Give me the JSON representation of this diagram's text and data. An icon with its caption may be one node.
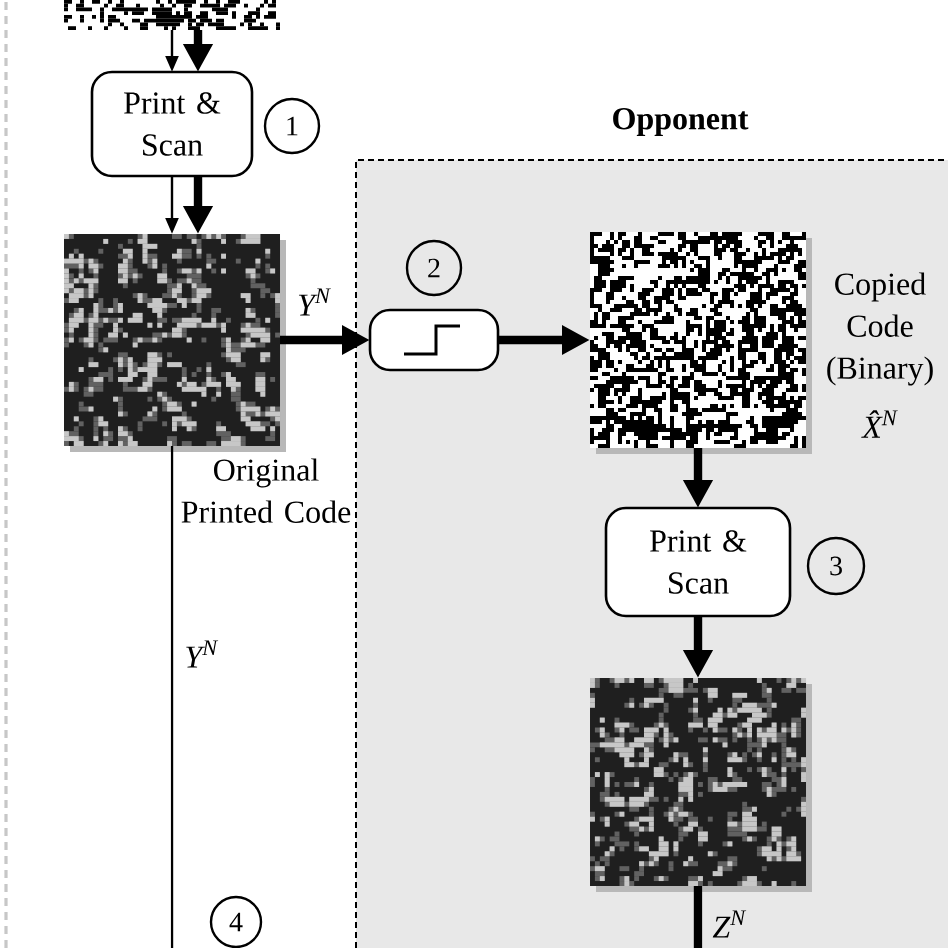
{
  "diagram": {
    "nodes": [
      {
        "text": [],
        "shape": "picture"
      },
      {
        "text": [
          "Print & Scan"
        ]
      },
      {
        "text": [
          "1"
        ]
      },
      {
        "text": [],
        "shape": "picture",
        "beside": [
          "Original Printed Code"
        ]
      },
      {
        "text": [
          "Opponent"
        ]
      },
      {
        "text": [
          "2"
        ],
        "in": 4
      },
      {
        "text": [],
        "shape": "box",
        "in": 4
      },
      {
        "text": [],
        "shape": "picture",
        "in": 4,
        "beside": [
          "Copied Code (Binary)",
          "X̂$^{N}$"
        ]
      },
      {
        "text": [
          "Print & Scan"
        ],
        "in": 4
      },
      {
        "text": [
          "3"
        ],
        "in": 4
      },
      {
        "text": [],
        "shape": "picture",
        "in": 4
      },
      {
        "text": [
          "4"
        ]
      }
    ],
    "edges": [
      {
        "from": 0,
        "to": 1,
        "arrow": "to"
      },
      {
        "from": 0,
        "to": 1,
        "arrow": "to"
      },
      {
        "from": 1,
        "to": 3,
        "arrow": "to"
      },
      {
        "from": 1,
        "to": 3,
        "arrow": "to"
      },
      {
        "from": 3,
        "to": 6,
        "arrow": "to",
        "label": "Y$^{N}$"
      },
      {
        "from": 6,
        "to": 7,
        "arrow": "to"
      },
      {
        "from": 7,
        "to": 8,
        "arrow": "to"
      },
      {
        "from": 8,
        "to": 10,
        "arrow": "to"
      },
      {
        "from": 3,
        "to": null,
        "arrow": "none",
        "label": "Y$^{N}$"
      },
      {
        "from": 10,
        "to": null,
        "arrow": "none",
        "label": "Z$^{N}$"
      }
    ]
  }
}
